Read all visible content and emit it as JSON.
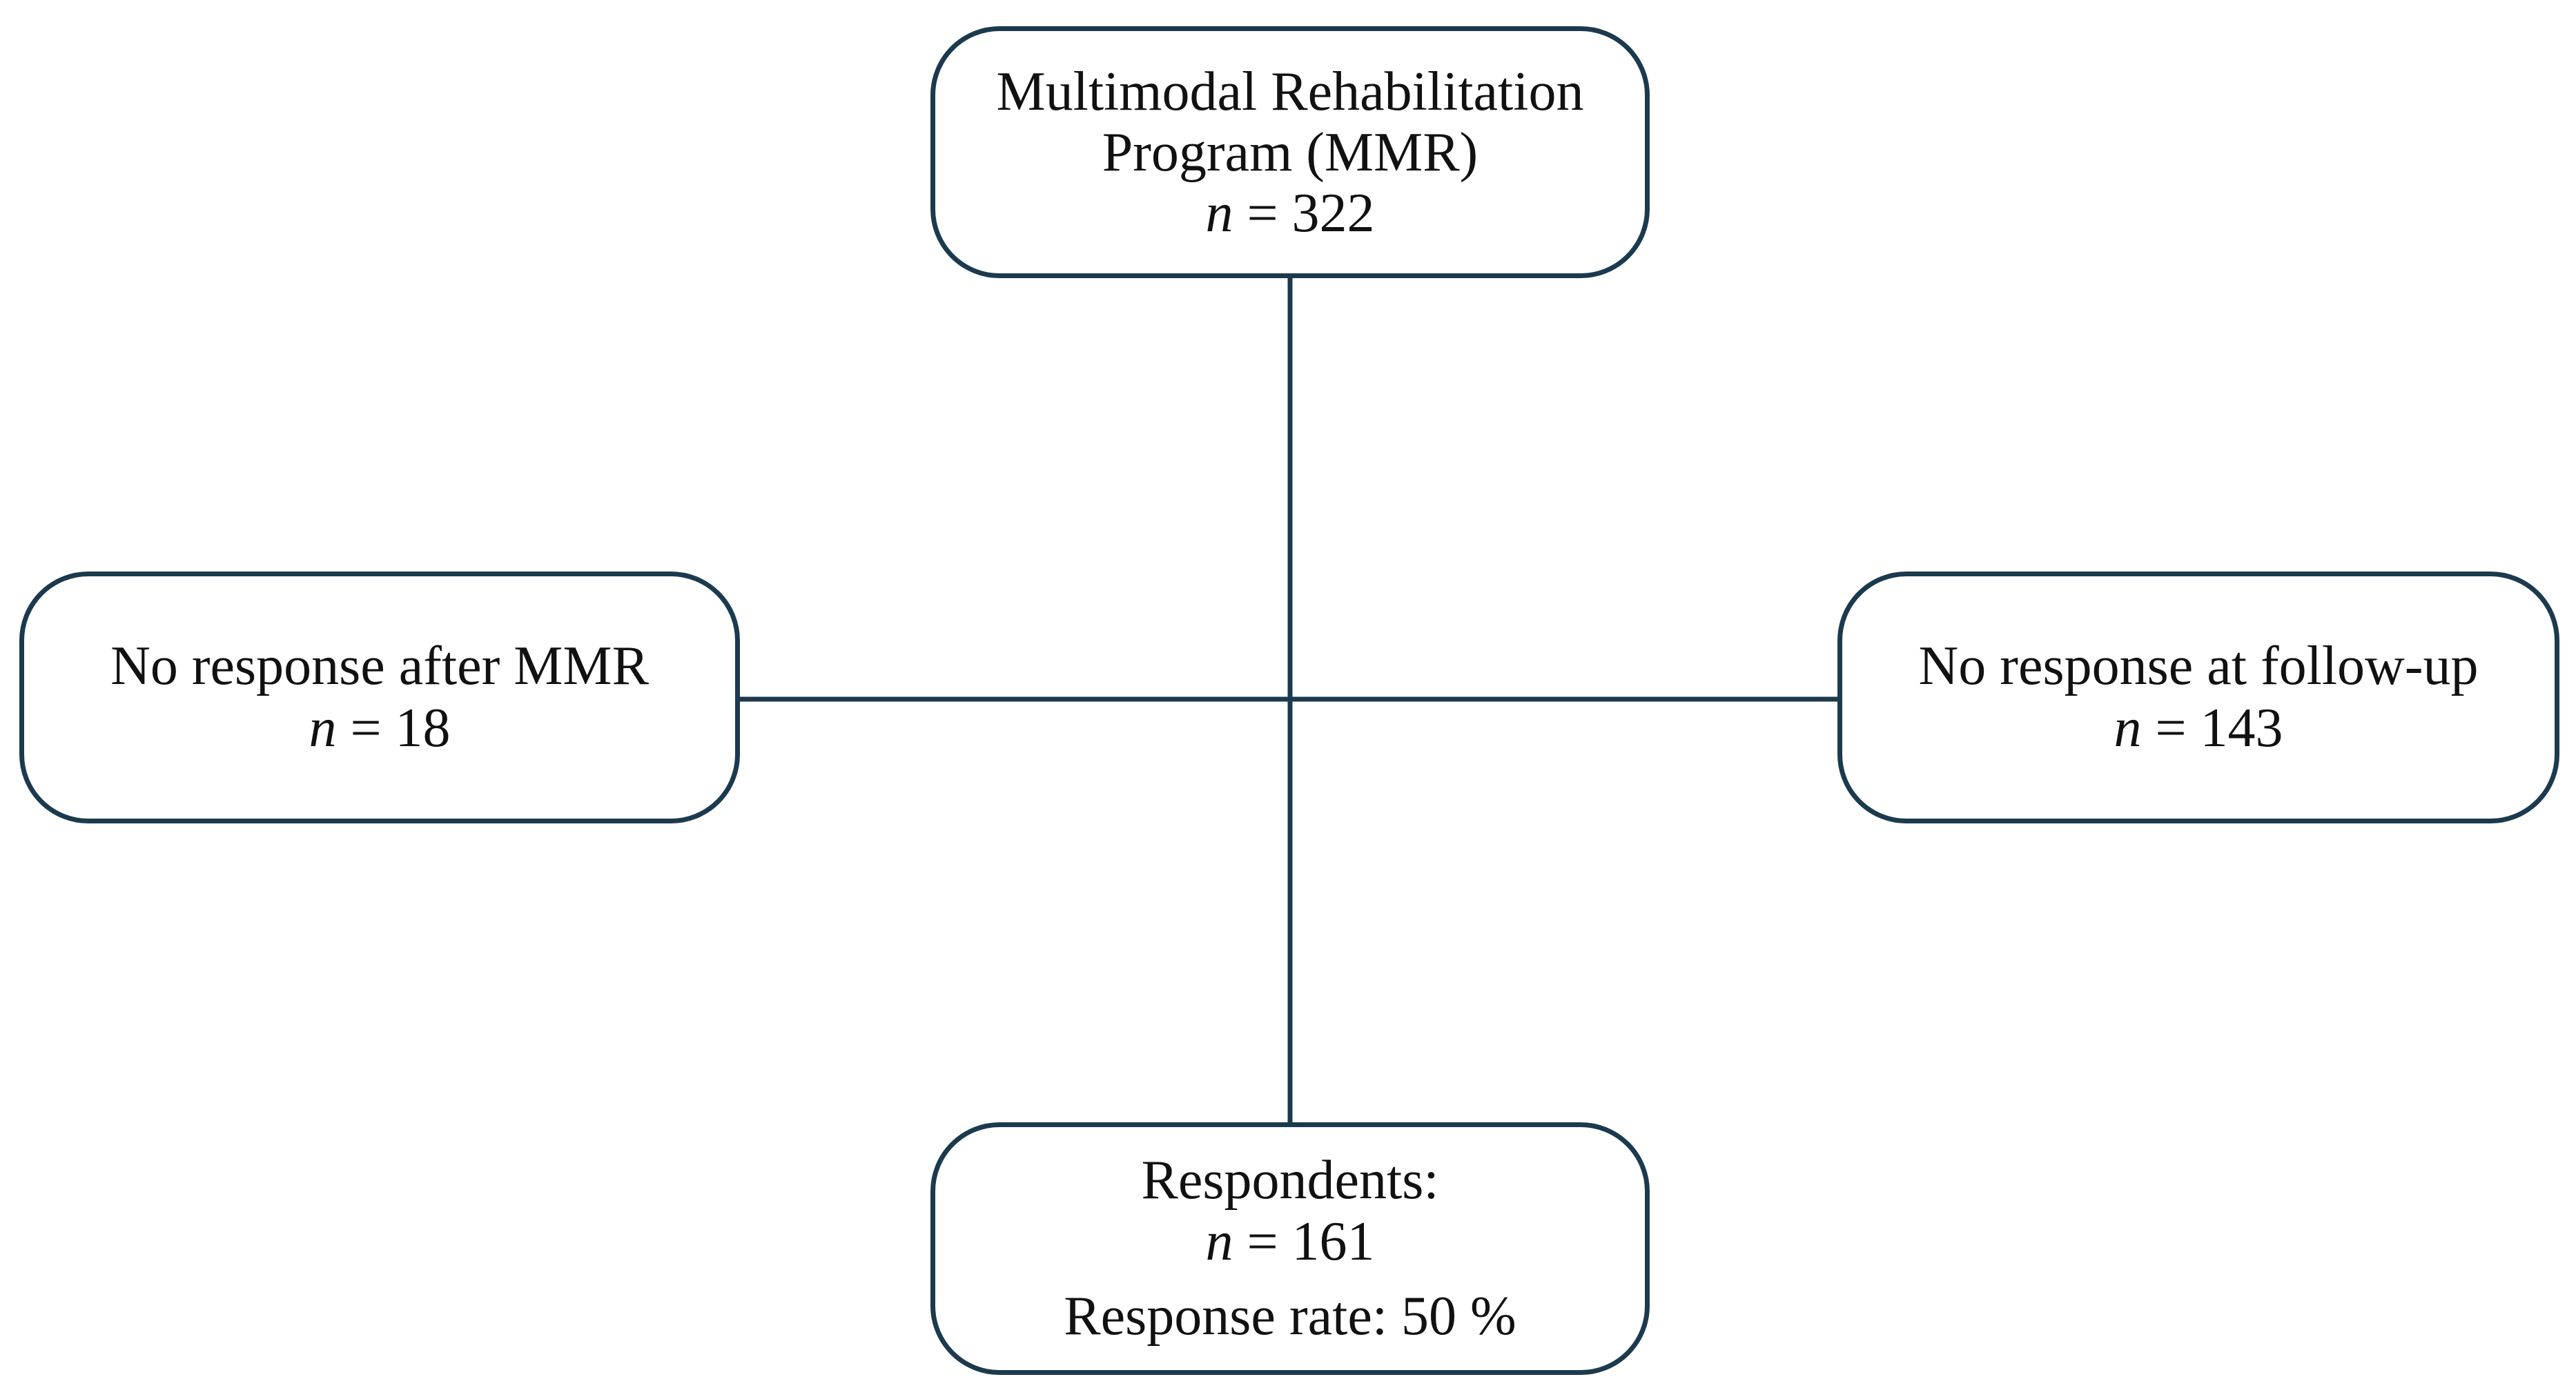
{
  "diagram": {
    "stroke_color": "#1c3a4e",
    "nodes": {
      "top": {
        "lines": [
          "Multimodal Rehabilitation",
          "Program (MMR)"
        ],
        "n_var": "n",
        "n_text": " = 322"
      },
      "left": {
        "lines": [
          "No response after MMR"
        ],
        "n_var": "n",
        "n_text": " = 18"
      },
      "right": {
        "lines": [
          "No response at follow-up"
        ],
        "n_var": "n",
        "n_text": " = 143"
      },
      "bottom": {
        "lines": [
          "Respondents:"
        ],
        "n_var": "n",
        "n_text": " = 161",
        "rate_line": "Response rate: 50 %"
      }
    }
  }
}
